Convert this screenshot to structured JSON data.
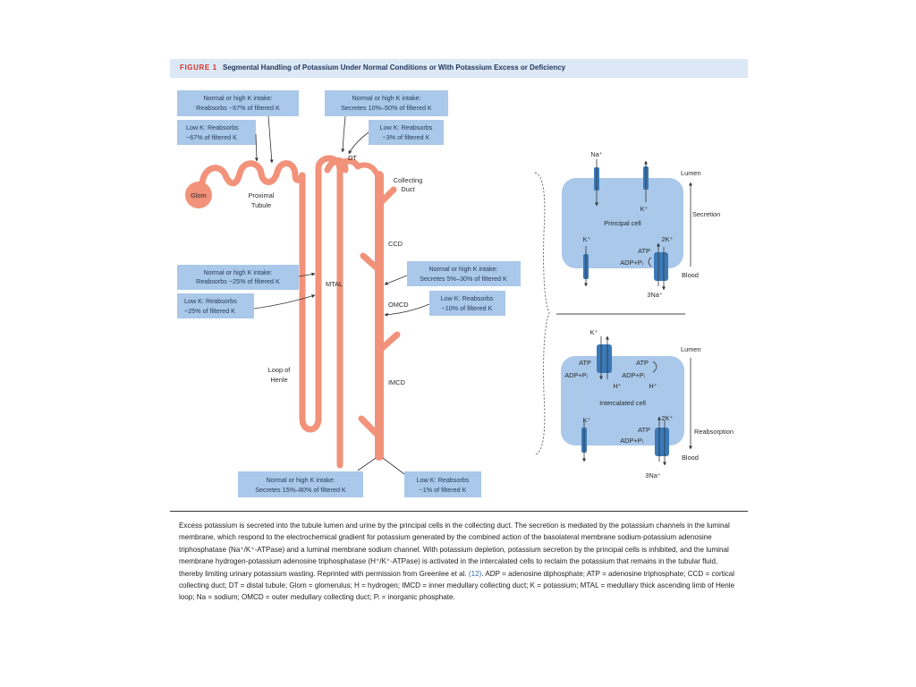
{
  "figure": {
    "label": "FIGURE 1",
    "title": "Segmental Handling of Potassium Under Normal Conditions or With Potassium Excess or Deficiency"
  },
  "boxes": {
    "pt_normal": [
      "Normal or high K intake:",
      "Reabsorbs ~67% of filtered K"
    ],
    "pt_low": [
      "Low K: Reabsorbs",
      "~67% of filtered K"
    ],
    "dt_normal": [
      "Normal or high K intake:",
      "Secretes 10%–50% of filtered K"
    ],
    "dt_low": [
      "Low K: Reabsorbs",
      "~3% of filtered K"
    ],
    "mtal_normal": [
      "Normal or high K intake:",
      "Reabsorbs ~25% of filtered K"
    ],
    "mtal_low": [
      "Low K: Reabsorbs",
      "~25% of filtered K"
    ],
    "cd_normal": [
      "Normal or high K intake:",
      "Secretes 5%–30% of filtered K"
    ],
    "cd_low": [
      "Low K: Reabsorbs",
      "~10% of filtered K"
    ],
    "urine_normal": [
      "Normal or high K intake:",
      "Secretes 15%–80% of filtered K"
    ],
    "urine_low": [
      "Low K: Reabsorbs",
      "~1% of filtered K"
    ]
  },
  "labels": {
    "glom": "Glom",
    "proximal_tubule": [
      "Proximal",
      "Tubule"
    ],
    "dt": "DT",
    "collecting_duct": [
      "Collecting",
      "Duct"
    ],
    "ccd": "CCD",
    "mtal": "MTAL",
    "omcd": "OMCD",
    "loop_of_henle": [
      "Loop of",
      "Henle"
    ],
    "imcd": "IMCD"
  },
  "principal_cell": {
    "name": "Principal cell",
    "na": "Na⁺",
    "k_lumen": "K⁺",
    "k_baso": "K⁺",
    "two_k": "2K⁺",
    "atp": "ATP",
    "adp": "ADP+Pᵢ",
    "three_na": "3Na⁺",
    "lumen": "Lumen",
    "secretion": "Secretion",
    "blood": "Blood"
  },
  "intercalated_cell": {
    "name": "Intercalated cell",
    "k_top": "K⁺",
    "atp_left": "ATP",
    "atp_right": "ATP",
    "adp_left": "ADP+Pᵢ",
    "adp_right": "ADP+Pᵢ",
    "h_left": "H⁺",
    "h_right": "H⁺",
    "k_baso": "K⁺",
    "two_k": "2K⁺",
    "atp_baso": "ATP",
    "adp_baso": "ADP+Pᵢ",
    "three_na": "3Na⁺",
    "lumen": "Lumen",
    "reabsorption": "Reabsorption",
    "blood": "Blood"
  },
  "caption": {
    "before_ref": "Excess potassium is secreted into the tubule lumen and urine by the principal cells in the collecting duct. The secretion is mediated by the potassium channels in the luminal membrane, which respond to the electrochemical gradient for potassium generated by the combined action of the basolateral membrane sodium-potassium adenosine triphosphatase (Na⁺/K⁺-ATPase) and a luminal membrane sodium channel. With potassium depletion, potassium secretion by the principal cells is inhibited, and the luminal membrane hydrogen-potassium adenosine triphosphatase (H⁺/K⁺-ATPase) is activated in the intercalated cells to reclaim the potassium that remains in the tubular fluid, thereby limiting urinary potassium wasting. Reprinted with permission from Greenlee et al. ",
    "ref": "(12)",
    "after_ref": ". ADP = adenosine diphosphate; ATP = adenosine triphosphate; CCD = cortical collecting duct; DT = distal tubule; Glom = glomerulus; H = hydrogen; IMCD = inner medullary collecting duct; K = potassium; MTAL = medullary thick ascending limb of Henle loop; Na = sodium; OMCD = outer medullary collecting duct; Pᵢ = inorganic phosphate."
  },
  "colors": {
    "tubule": "#f2927a",
    "box": "#a9c8ea",
    "cell": "#a9c8ea",
    "channel": "#3a79b8",
    "title_red": "#d42e26",
    "title_navy": "#1f3559"
  }
}
